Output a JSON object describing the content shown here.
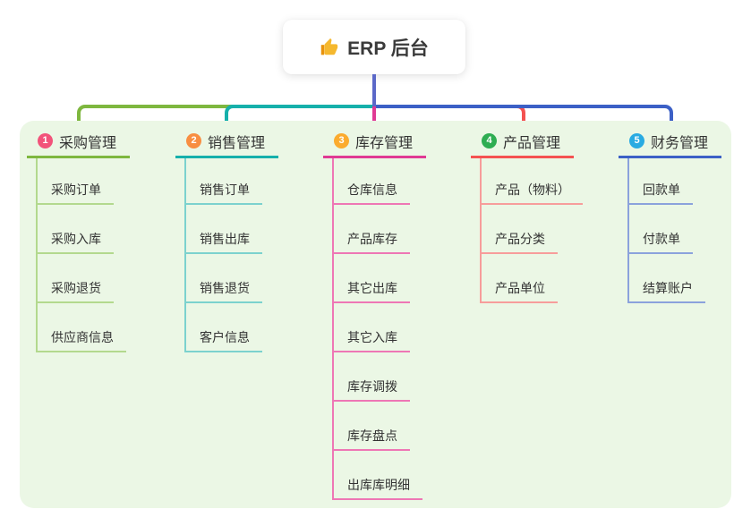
{
  "root": {
    "title": "ERP 后台",
    "icon": "thumbs-up-icon",
    "drop_line_color": "#5b68c8"
  },
  "panel_color": "#ebf7e5",
  "branches": [
    {
      "badge": "1",
      "label": "采购管理",
      "badge_color": "#f2537a",
      "color": "#7eb73f",
      "light_color": "#b3d98e",
      "children": [
        "采购订单",
        "采购入库",
        "采购退货",
        "供应商信息"
      ]
    },
    {
      "badge": "2",
      "label": "销售管理",
      "badge_color": "#f88e41",
      "color": "#16b0ab",
      "light_color": "#7cd2ce",
      "children": [
        "销售订单",
        "销售出库",
        "销售退货",
        "客户信息"
      ]
    },
    {
      "badge": "3",
      "label": "库存管理",
      "badge_color": "#fbab2e",
      "color": "#e03a94",
      "light_color": "#ee77b5",
      "children": [
        "仓库信息",
        "产品库存",
        "其它出库",
        "其它入库",
        "库存调拨",
        "库存盘点",
        "出库库明细"
      ]
    },
    {
      "badge": "4",
      "label": "产品管理",
      "badge_color": "#2ead52",
      "color": "#f45251",
      "light_color": "#f79d9b",
      "children": [
        "产品（物料）",
        "产品分类",
        "产品单位"
      ]
    },
    {
      "badge": "5",
      "label": "财务管理",
      "badge_color": "#29abe2",
      "color": "#3c60c6",
      "light_color": "#8ba2dc",
      "children": [
        "回款单",
        "付款单",
        "结算账户"
      ]
    }
  ]
}
